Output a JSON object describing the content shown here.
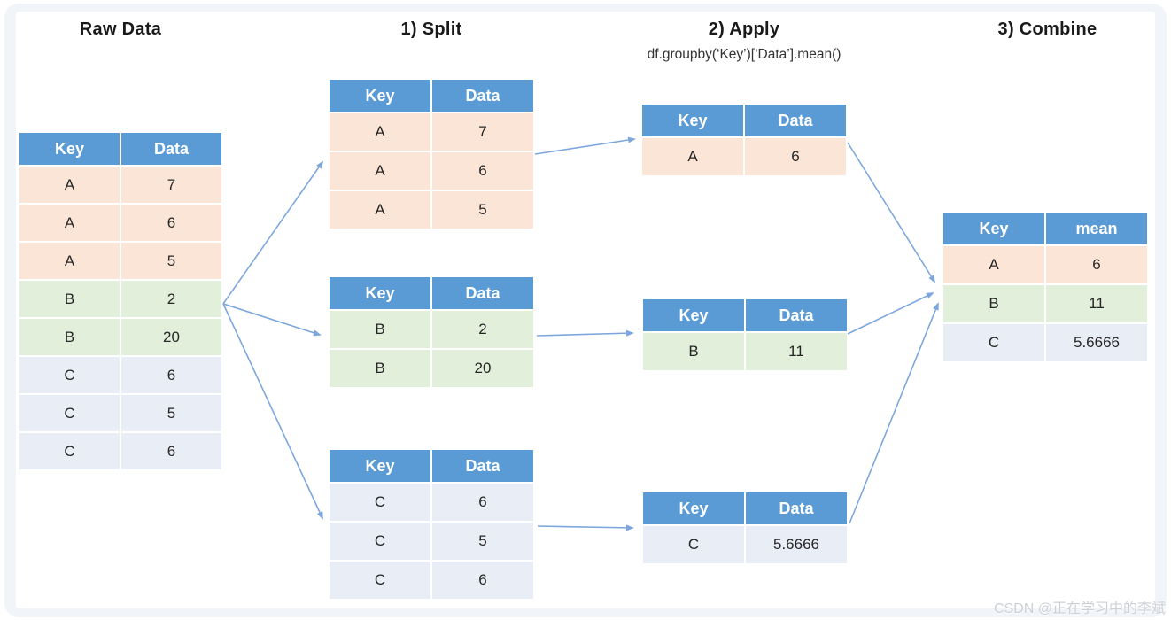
{
  "palette": {
    "header_bg": "#5b9bd5",
    "header_text": "#ffffff",
    "group_a": "#fbe5d6",
    "group_b": "#e2efda",
    "group_c": "#e9edf5",
    "arrow": "#7da7dc",
    "frame": "#f1f5fa",
    "text": "#262626",
    "watermark": "#cdd1d6"
  },
  "titles": {
    "raw": "Raw Data",
    "split": "1) Split",
    "apply": "2) Apply",
    "combine": "3) Combine"
  },
  "apply_code": "df.groupby(‘Key’)[‘Data’].mean()",
  "watermark": "CSDN @正在学习中的李斌",
  "tables": {
    "raw": {
      "columns": [
        "Key",
        "Data"
      ],
      "rows": [
        {
          "cells": [
            "A",
            "7"
          ],
          "tone": "a"
        },
        {
          "cells": [
            "A",
            "6"
          ],
          "tone": "a"
        },
        {
          "cells": [
            "A",
            "5"
          ],
          "tone": "a"
        },
        {
          "cells": [
            "B",
            "2"
          ],
          "tone": "b"
        },
        {
          "cells": [
            "B",
            "20"
          ],
          "tone": "b"
        },
        {
          "cells": [
            "C",
            "6"
          ],
          "tone": "c"
        },
        {
          "cells": [
            "C",
            "5"
          ],
          "tone": "c"
        },
        {
          "cells": [
            "C",
            "6"
          ],
          "tone": "c"
        }
      ]
    },
    "split_a": {
      "columns": [
        "Key",
        "Data"
      ],
      "rows": [
        {
          "cells": [
            "A",
            "7"
          ],
          "tone": "a"
        },
        {
          "cells": [
            "A",
            "6"
          ],
          "tone": "a"
        },
        {
          "cells": [
            "A",
            "5"
          ],
          "tone": "a"
        }
      ]
    },
    "split_b": {
      "columns": [
        "Key",
        "Data"
      ],
      "rows": [
        {
          "cells": [
            "B",
            "2"
          ],
          "tone": "b"
        },
        {
          "cells": [
            "B",
            "20"
          ],
          "tone": "b"
        }
      ]
    },
    "split_c": {
      "columns": [
        "Key",
        "Data"
      ],
      "rows": [
        {
          "cells": [
            "C",
            "6"
          ],
          "tone": "c"
        },
        {
          "cells": [
            "C",
            "5"
          ],
          "tone": "c"
        },
        {
          "cells": [
            "C",
            "6"
          ],
          "tone": "c"
        }
      ]
    },
    "apply_a": {
      "columns": [
        "Key",
        "Data"
      ],
      "rows": [
        {
          "cells": [
            "A",
            "6"
          ],
          "tone": "a"
        }
      ]
    },
    "apply_b": {
      "columns": [
        "Key",
        "Data"
      ],
      "rows": [
        {
          "cells": [
            "B",
            "11"
          ],
          "tone": "b"
        }
      ]
    },
    "apply_c": {
      "columns": [
        "Key",
        "Data"
      ],
      "rows": [
        {
          "cells": [
            "C",
            "5.6666"
          ],
          "tone": "c"
        }
      ]
    },
    "combine": {
      "columns": [
        "Key",
        "mean"
      ],
      "rows": [
        {
          "cells": [
            "A",
            "6"
          ],
          "tone": "a"
        },
        {
          "cells": [
            "B",
            "11"
          ],
          "tone": "b"
        },
        {
          "cells": [
            "C",
            "5.6666"
          ],
          "tone": "c"
        }
      ]
    }
  }
}
